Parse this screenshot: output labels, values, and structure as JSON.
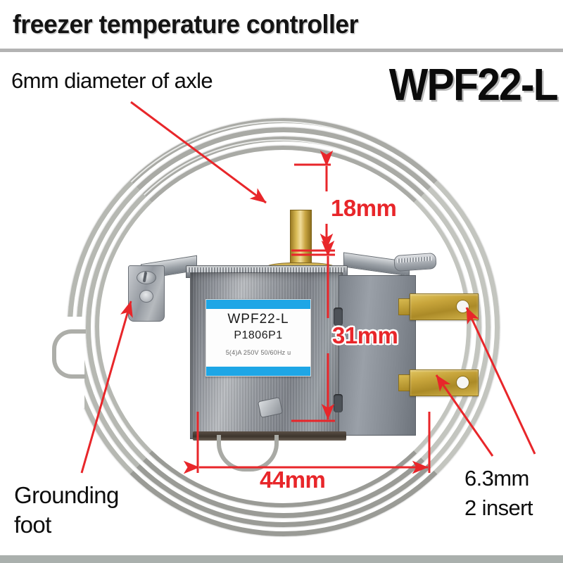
{
  "header": {
    "title": "freezer temperature controller",
    "model_code": "WPF22-L",
    "divider_color": "#b3b3b3"
  },
  "footer": {
    "bar_color": "#aab0ad"
  },
  "callouts": {
    "axle": "6mm diameter of axle",
    "grounding_line1": "Grounding",
    "grounding_line2": "foot",
    "insert_line1": "6.3mm",
    "insert_line2": "2 insert"
  },
  "dimensions": {
    "height_shaft": "18mm",
    "height_body": "31mm",
    "width_body": "44mm",
    "color": "#e8262a"
  },
  "product_label": {
    "model": "WPF22-L",
    "part_number": "P1806P1",
    "rating": "5(4)A 250V 50/60Hz u",
    "band_color": "#1ea6e6"
  },
  "colors": {
    "brass": "#c9a63c",
    "steel": "#9aa0a6",
    "plastic": "#848a92",
    "background": "#ffffff"
  }
}
